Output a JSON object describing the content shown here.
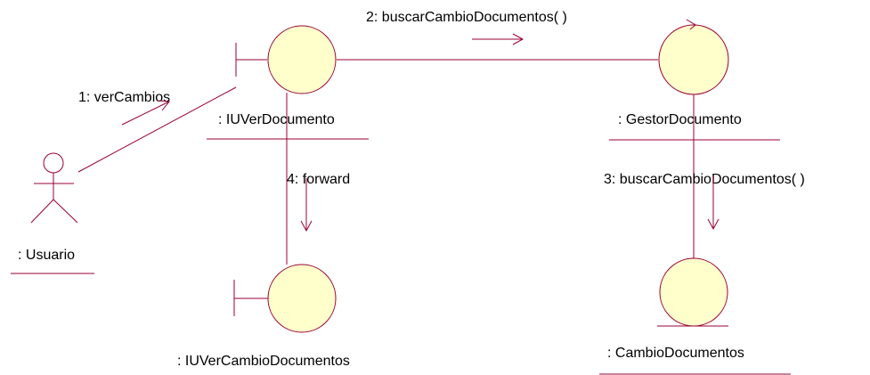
{
  "diagram": {
    "colors": {
      "object_fill": "#FFFFCC",
      "line": "#990033",
      "text": "#000000",
      "background": "#FFFFFF"
    },
    "objects": {
      "usuario": {
        "kind": "actor",
        "label": ": Usuario"
      },
      "iuverdocumento": {
        "kind": "boundary",
        "label": ": IUVerDocumento"
      },
      "gestordocumento": {
        "kind": "control",
        "label": ": GestorDocumento"
      },
      "iuvercambiodocumentos": {
        "kind": "boundary",
        "label": ": IUVerCambioDocumentos"
      },
      "cambiodocumentos": {
        "kind": "entity",
        "label": ": CambioDocumentos"
      }
    },
    "messages": [
      {
        "label": "1: verCambios",
        "from": "usuario",
        "to": "iuverdocumento"
      },
      {
        "label": "2: buscarCambioDocumentos( )",
        "from": "iuverdocumento",
        "to": "gestordocumento"
      },
      {
        "label": "3: buscarCambioDocumentos( )",
        "from": "gestordocumento",
        "to": "cambiodocumentos"
      },
      {
        "label": "4: forward",
        "from": "iuverdocumento",
        "to": "iuvercambiodocumentos"
      }
    ]
  }
}
